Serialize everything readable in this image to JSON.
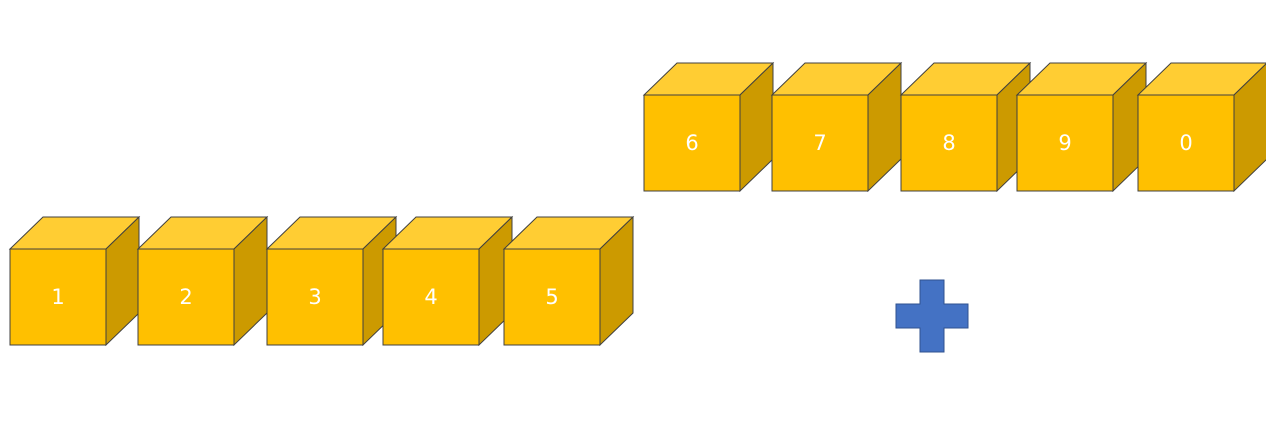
{
  "colors": {
    "cube_front": "#FFC000",
    "cube_top": "#FFCD33",
    "cube_side": "#CC9A00",
    "cube_edge": "#404040",
    "label": "#FFFFFF",
    "plus": "#4472C4",
    "plus_edge": "#2F528F"
  },
  "rows": [
    {
      "name": "bottom-row",
      "cubes": [
        {
          "label": "1"
        },
        {
          "label": "2"
        },
        {
          "label": "3"
        },
        {
          "label": "4"
        },
        {
          "label": "5"
        }
      ]
    },
    {
      "name": "top-row",
      "cubes": [
        {
          "label": "6"
        },
        {
          "label": "7"
        },
        {
          "label": "8"
        },
        {
          "label": "9"
        },
        {
          "label": "0"
        }
      ]
    }
  ],
  "plus_icon": "plus-icon"
}
